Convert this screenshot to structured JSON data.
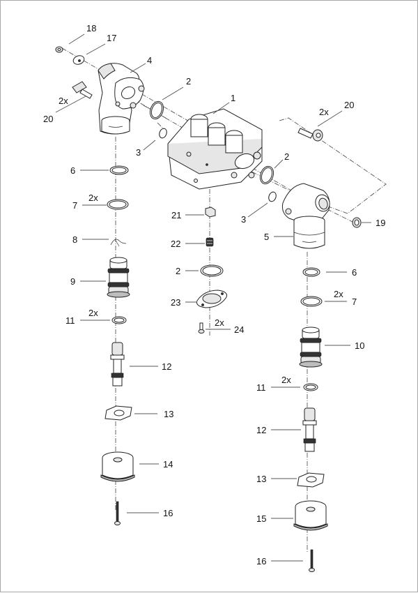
{
  "diagram": {
    "type": "exploded-parts-view",
    "line_color": "#222222",
    "border_color": "#a8a8a8"
  },
  "callouts": {
    "c1": {
      "num": "1"
    },
    "c2a": {
      "num": "2"
    },
    "c2b": {
      "num": "2"
    },
    "c2c": {
      "num": "2"
    },
    "c3a": {
      "num": "3"
    },
    "c3b": {
      "num": "3"
    },
    "c4": {
      "num": "4"
    },
    "c5": {
      "num": "5"
    },
    "c6a": {
      "num": "6"
    },
    "c6b": {
      "num": "6"
    },
    "c7a": {
      "num": "7",
      "qty": "2x"
    },
    "c7b": {
      "num": "7",
      "qty": "2x"
    },
    "c8": {
      "num": "8"
    },
    "c9": {
      "num": "9"
    },
    "c10": {
      "num": "10"
    },
    "c11a": {
      "num": "11",
      "qty": "2x"
    },
    "c11b": {
      "num": "11",
      "qty": "2x"
    },
    "c12a": {
      "num": "12"
    },
    "c12b": {
      "num": "12"
    },
    "c13a": {
      "num": "13"
    },
    "c13b": {
      "num": "13"
    },
    "c14": {
      "num": "14"
    },
    "c15": {
      "num": "15"
    },
    "c16a": {
      "num": "16"
    },
    "c16b": {
      "num": "16"
    },
    "c17": {
      "num": "17"
    },
    "c18": {
      "num": "18"
    },
    "c19": {
      "num": "19"
    },
    "c20a": {
      "num": "20",
      "qty": "2x"
    },
    "c20b": {
      "num": "20",
      "qty": "2x"
    },
    "c21": {
      "num": "21"
    },
    "c22": {
      "num": "22"
    },
    "c23": {
      "num": "23"
    },
    "c24": {
      "num": "24",
      "qty": "2x"
    }
  }
}
